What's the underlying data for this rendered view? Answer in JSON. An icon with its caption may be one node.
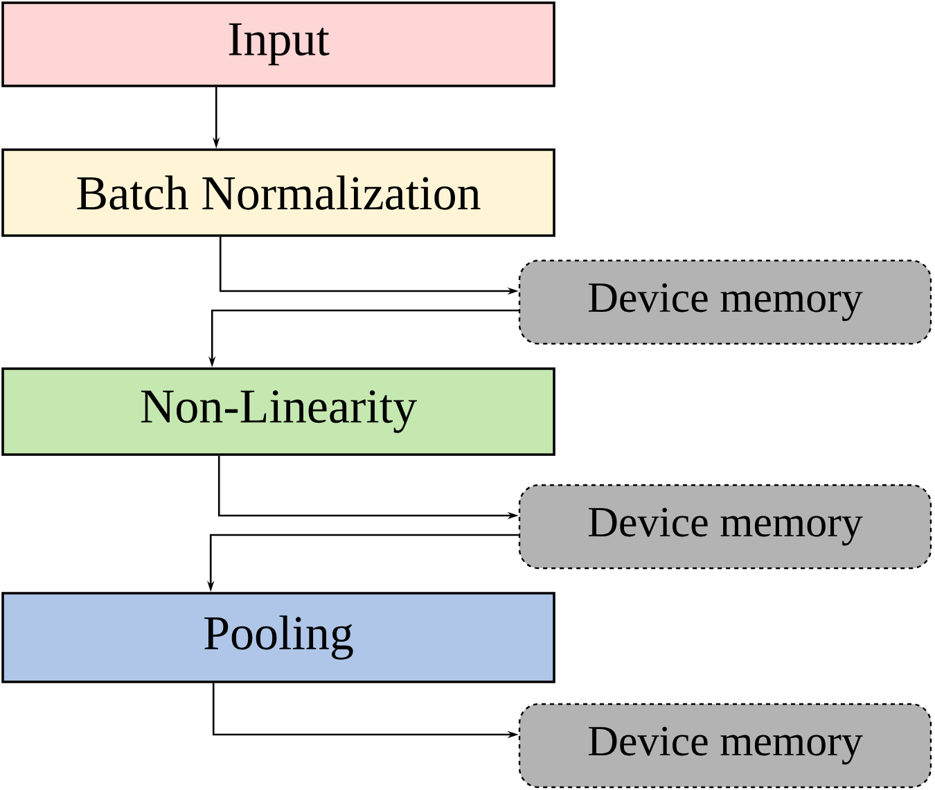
{
  "diagram": {
    "nodes": [
      {
        "text": [
          "Input"
        ]
      },
      {
        "text": [
          "Batch Normalization"
        ]
      },
      {
        "text": [
          "Device memory"
        ]
      },
      {
        "text": [
          "Non-Linearity"
        ]
      },
      {
        "text": [
          "Device memory"
        ]
      },
      {
        "text": [
          "Pooling"
        ]
      },
      {
        "text": [
          "Device memory"
        ]
      }
    ],
    "edges": [
      {
        "from": 0,
        "to": 1,
        "arrow": "to"
      },
      {
        "from": 1,
        "to": 2,
        "arrow": "to"
      },
      {
        "from": 2,
        "to": 3,
        "arrow": "to"
      },
      {
        "from": 3,
        "to": 4,
        "arrow": "to"
      },
      {
        "from": 4,
        "to": 5,
        "arrow": "to"
      },
      {
        "from": 5,
        "to": 6,
        "arrow": "to"
      }
    ]
  }
}
